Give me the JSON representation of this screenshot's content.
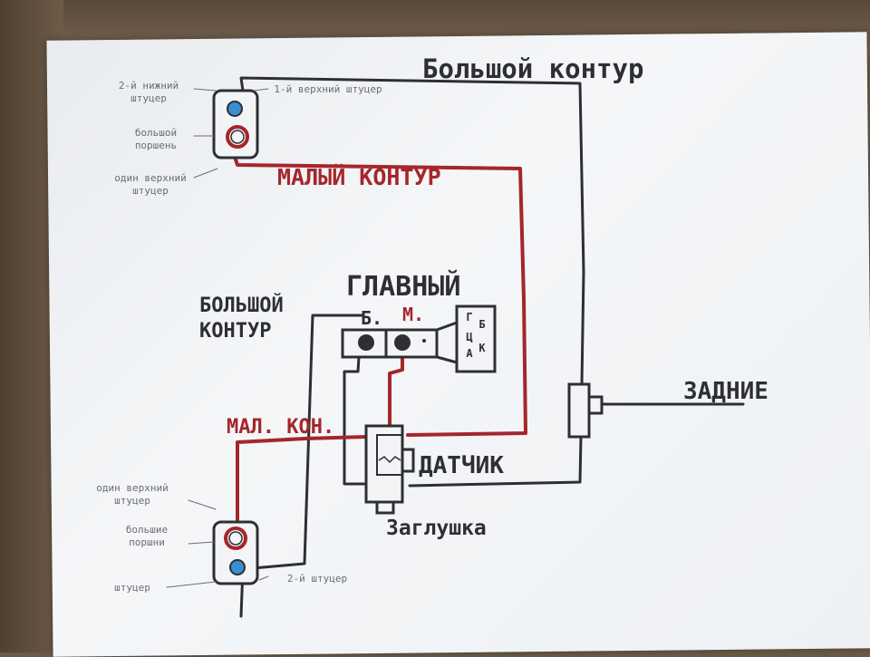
{
  "labels": {
    "big_contour_top": "Большой контур",
    "small_contour": "МАЛЫЙ КОНТУР",
    "main": "ГЛАВНЫЙ",
    "big_contour_left_1": "БОЛЬШОЙ",
    "big_contour_left_2": "КОНТУР",
    "port_b": "Б.",
    "port_m": "М.",
    "rear": "ЗАДНИЕ",
    "sensor": "ДАТЧИК",
    "plug": "Заглушка",
    "small_contour_abbr": "МАЛ. КОН.",
    "reservoir_letters": [
      "Г",
      "Б",
      "Ц",
      "А",
      "К"
    ]
  },
  "top_cylinder_notes": {
    "left_top": [
      "2-й нижний",
      "штуцер"
    ],
    "right_top": "1-й верхний штуцер",
    "middle": [
      "большой",
      "поршень"
    ],
    "bottom": [
      "один верхний",
      "штуцер"
    ]
  },
  "bottom_cylinder_notes": {
    "top": [
      "один верхний",
      "штуцер"
    ],
    "middle": [
      "большие",
      "поршни"
    ],
    "left": "штуцер",
    "right": "2-й штуцер"
  },
  "colors": {
    "ink": "#2e2f33",
    "red": "#a5262b",
    "pencil": "#6a6c72",
    "blue": "#3b8fd0"
  }
}
